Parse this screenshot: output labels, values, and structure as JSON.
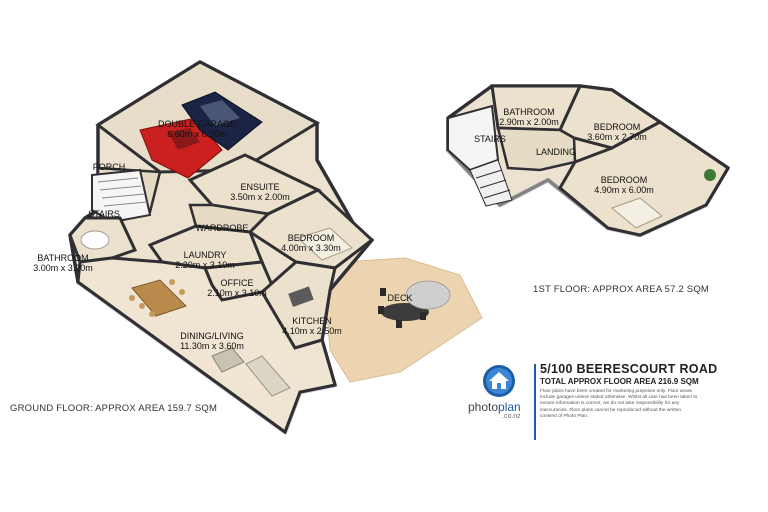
{
  "colors": {
    "floor": "#ece2cf",
    "floor_shade": "#dcd0b8",
    "wall_top": "#2f2f34",
    "wall_side": "#f2f2f2",
    "deck": "#ecd4b0",
    "brand": "#1b5ea8",
    "car_red": "#cc1f1f",
    "car_navy": "#1c2446"
  },
  "ground_floor": {
    "caption": "GROUND FLOOR: APPROX AREA 159.7 SQM",
    "rooms": [
      {
        "name": "DOUBLE GARAGE",
        "dims": "6.60m x 6.30m"
      },
      {
        "name": "PORCH",
        "dims": ""
      },
      {
        "name": "ENSUITE",
        "dims": "3.50m x 2.00m"
      },
      {
        "name": "STAIRS",
        "dims": ""
      },
      {
        "name": "WARDROBE",
        "dims": ""
      },
      {
        "name": "BEDROOM",
        "dims": "4.00m x 3.30m"
      },
      {
        "name": "BATHROOM",
        "dims": "3.00m x 3.20m"
      },
      {
        "name": "LAUNDRY",
        "dims": "2.20m x 3.10m"
      },
      {
        "name": "OFFICE",
        "dims": "2.10m x 3.10m"
      },
      {
        "name": "DECK",
        "dims": ""
      },
      {
        "name": "KITCHEN",
        "dims": "4.10m x 2.50m"
      },
      {
        "name": "DINING/LIVING",
        "dims": "11.30m x 3.60m"
      }
    ]
  },
  "first_floor": {
    "caption": "1ST FLOOR: APPROX AREA 57.2 SQM",
    "rooms": [
      {
        "name": "BATHROOM",
        "dims": "2.90m x 2.00m"
      },
      {
        "name": "BEDROOM",
        "dims": "3.60m x 2.70m"
      },
      {
        "name": "STAIRS",
        "dims": ""
      },
      {
        "name": "LANDING",
        "dims": ""
      },
      {
        "name": "BEDROOM",
        "dims": "4.90m x 6.00m"
      }
    ]
  },
  "brand": {
    "logo_name": "photoplan",
    "logo_word_a": "photo",
    "logo_word_b": "plan",
    "logo_tld": ".co.nz",
    "icon": "house-logo-icon",
    "address": "5/100 BEERESCOURT ROAD",
    "total_area": "TOTAL APPROX FLOOR AREA 216.9 SQM",
    "disclaimer": "Floor plans have been created for marketing purposes only. Floor areas include garages unless stated otherwise. Whilst all care has been taken to ensure information is correct, we do not take responsibility for any inaccuracies. Floor plans cannot be reproduced without the written consent of Photo Plan."
  }
}
